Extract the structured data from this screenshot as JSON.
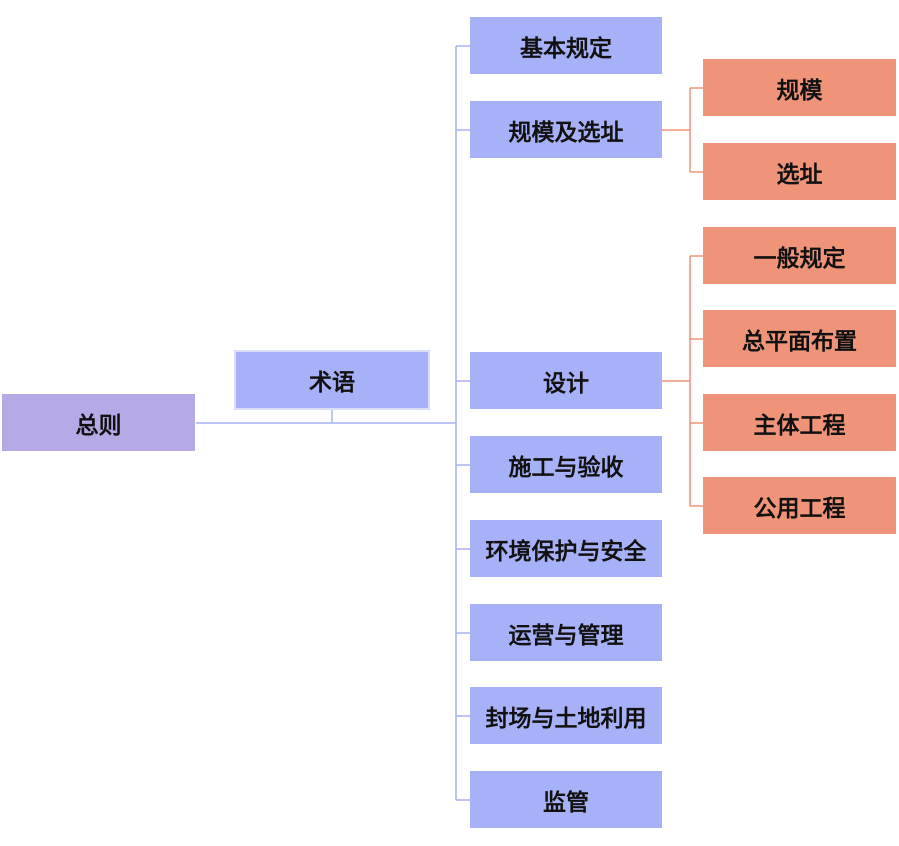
{
  "colors": {
    "root_fill": "#b7a9e6",
    "level2_fill": "#a7b1f8",
    "level3_fill": "#ef9479",
    "level2_connector": "#a7b1f8",
    "level3_connector": "#ef9479"
  },
  "diagram": {
    "root": "总则",
    "term": "术语",
    "sections": [
      "基本规定",
      "规模及选址",
      "设计",
      "施工与验收",
      "环境保护与安全",
      "运营与管理",
      "封场与土地利用",
      "监管"
    ],
    "site_children": [
      "规模",
      "选址"
    ],
    "design_children": [
      "一般规定",
      "总平面布置",
      "主体工程",
      "公用工程"
    ]
  }
}
